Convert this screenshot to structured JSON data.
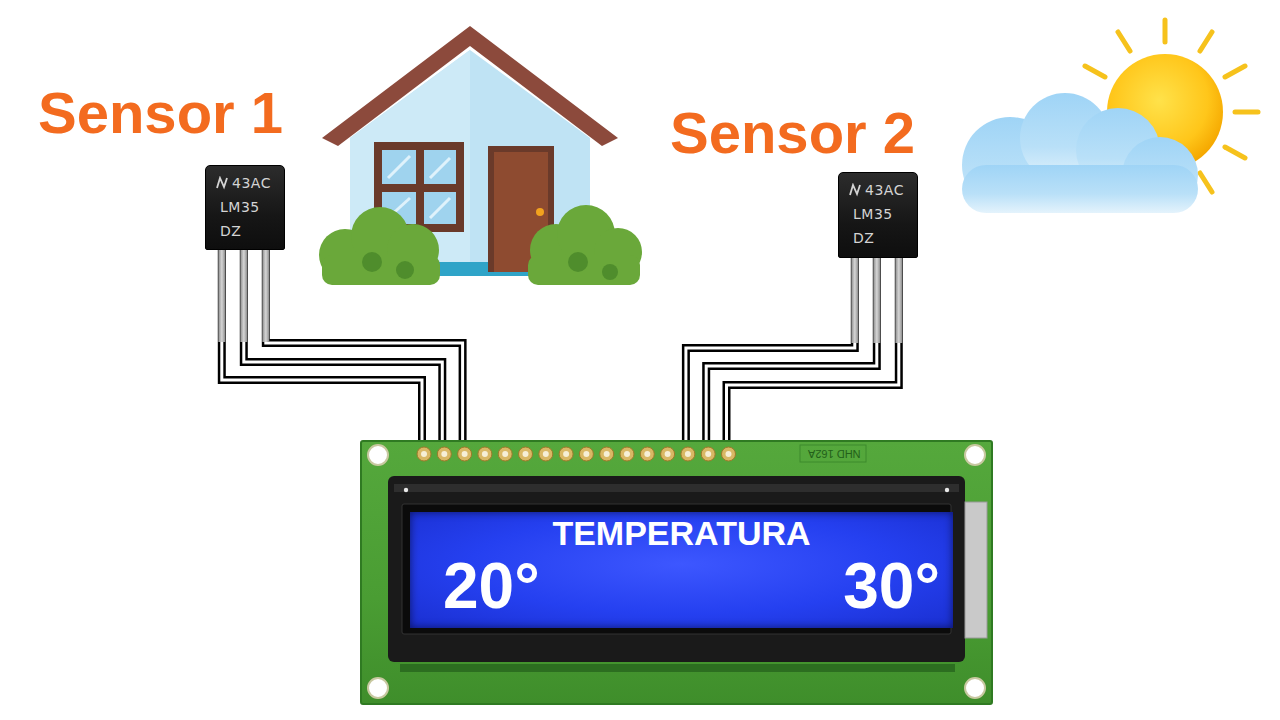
{
  "diagram": {
    "nodes": [
      {
        "text": [
          "43AC",
          "LM35",
          "DZ"
        ]
      },
      {
        "text": [
          "43AC",
          "LM35",
          "DZ"
        ]
      },
      {
        "text": [
          "NHD 162A"
        ]
      },
      {
        "text": [
          "TEMPERATURA",
          "20°",
          "30°"
        ],
        "in": 2
      }
    ],
    "edges": [
      {
        "from": 0,
        "to": 2,
        "arrow": "none"
      },
      {
        "from": 0,
        "to": 2,
        "arrow": "none"
      },
      {
        "from": 0,
        "to": 2,
        "arrow": "none"
      },
      {
        "from": 1,
        "to": 2,
        "arrow": "none"
      },
      {
        "from": 1,
        "to": 2,
        "arrow": "none"
      },
      {
        "from": 1,
        "to": 2,
        "arrow": "none"
      }
    ],
    "labels": [
      "Sensor 1",
      "Sensor 2"
    ]
  }
}
